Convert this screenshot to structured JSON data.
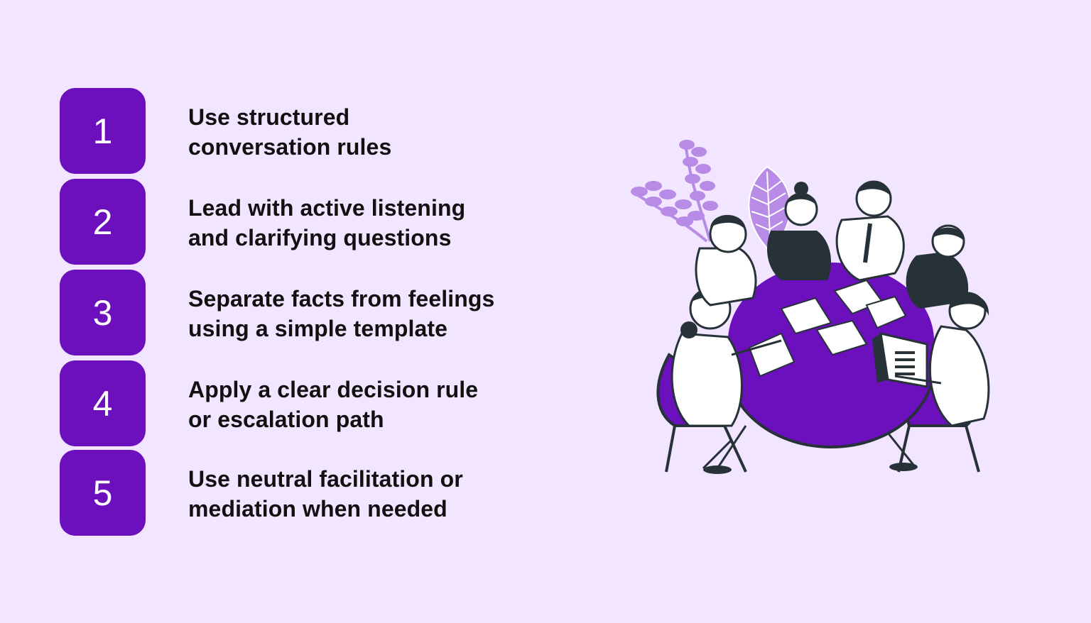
{
  "steps": [
    {
      "number": "1",
      "lines": [
        "Use structured",
        "conversation rules"
      ]
    },
    {
      "number": "2",
      "lines": [
        "Lead with active listening",
        "and clarifying questions"
      ]
    },
    {
      "number": "3",
      "lines": [
        "Separate facts from feelings",
        "using a simple template"
      ]
    },
    {
      "number": "4",
      "lines": [
        "Apply a clear decision rule",
        "or escalation path"
      ]
    },
    {
      "number": "5",
      "lines": [
        "Use neutral facilitation or",
        "mediation when needed"
      ]
    }
  ],
  "colors": {
    "background": "#f2e5ff",
    "badge": "#6c0fbd",
    "text": "#111111",
    "table": "#6c0fbd",
    "plant": "#b88be6",
    "ink": "#263238"
  },
  "illustration": {
    "icon": "meeting-table-illustration"
  }
}
